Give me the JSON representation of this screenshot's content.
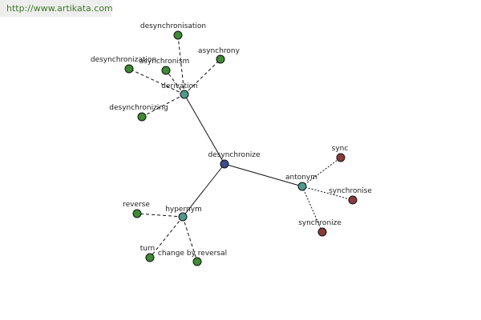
{
  "credit": "http://www.artikata.com",
  "colors": {
    "center": "#3c4c8c",
    "relation": "#4f9a8c",
    "related": "#3f8a34",
    "antonym_term": "#8b3a3a",
    "edge": "#111111"
  },
  "nodes": [
    {
      "id": "desynchronize",
      "label": "desynchronize",
      "kind": "center"
    },
    {
      "id": "derivation",
      "label": "derivation",
      "kind": "relation"
    },
    {
      "id": "antonym",
      "label": "antonym",
      "kind": "relation"
    },
    {
      "id": "hypernym",
      "label": "hypernym",
      "kind": "relation"
    },
    {
      "id": "desynchronisation",
      "label": "desynchronisation",
      "kind": "related"
    },
    {
      "id": "asynchrony",
      "label": "asynchrony",
      "kind": "related"
    },
    {
      "id": "desynchronization",
      "label": "desynchronization",
      "kind": "related"
    },
    {
      "id": "asynchronism",
      "label": "asynchronism",
      "kind": "related"
    },
    {
      "id": "desynchronizing",
      "label": "desynchronizing",
      "kind": "related"
    },
    {
      "id": "sync",
      "label": "sync",
      "kind": "antonym_term"
    },
    {
      "id": "synchronise",
      "label": "synchronise",
      "kind": "antonym_term"
    },
    {
      "id": "synchronize",
      "label": "synchronize",
      "kind": "antonym_term"
    },
    {
      "id": "reverse",
      "label": "reverse",
      "kind": "related"
    },
    {
      "id": "turn",
      "label": "turn",
      "kind": "related"
    },
    {
      "id": "change-by-reversal",
      "label": "change by reversal",
      "kind": "related"
    }
  ],
  "edges": [
    {
      "from": "desynchronize",
      "to": "derivation",
      "style": "solid"
    },
    {
      "from": "desynchronize",
      "to": "antonym",
      "style": "solid"
    },
    {
      "from": "desynchronize",
      "to": "hypernym",
      "style": "solid"
    },
    {
      "from": "derivation",
      "to": "desynchronisation",
      "style": "dashed"
    },
    {
      "from": "derivation",
      "to": "asynchrony",
      "style": "dashed"
    },
    {
      "from": "derivation",
      "to": "desynchronization",
      "style": "dashed"
    },
    {
      "from": "derivation",
      "to": "asynchronism",
      "style": "dashed"
    },
    {
      "from": "derivation",
      "to": "desynchronizing",
      "style": "dashed"
    },
    {
      "from": "antonym",
      "to": "sync",
      "style": "dotted"
    },
    {
      "from": "antonym",
      "to": "synchronise",
      "style": "dotted"
    },
    {
      "from": "antonym",
      "to": "synchronize",
      "style": "dotted"
    },
    {
      "from": "hypernym",
      "to": "reverse",
      "style": "dashed"
    },
    {
      "from": "hypernym",
      "to": "turn",
      "style": "dashed"
    },
    {
      "from": "hypernym",
      "to": "change-by-reversal",
      "style": "dashed"
    }
  ]
}
